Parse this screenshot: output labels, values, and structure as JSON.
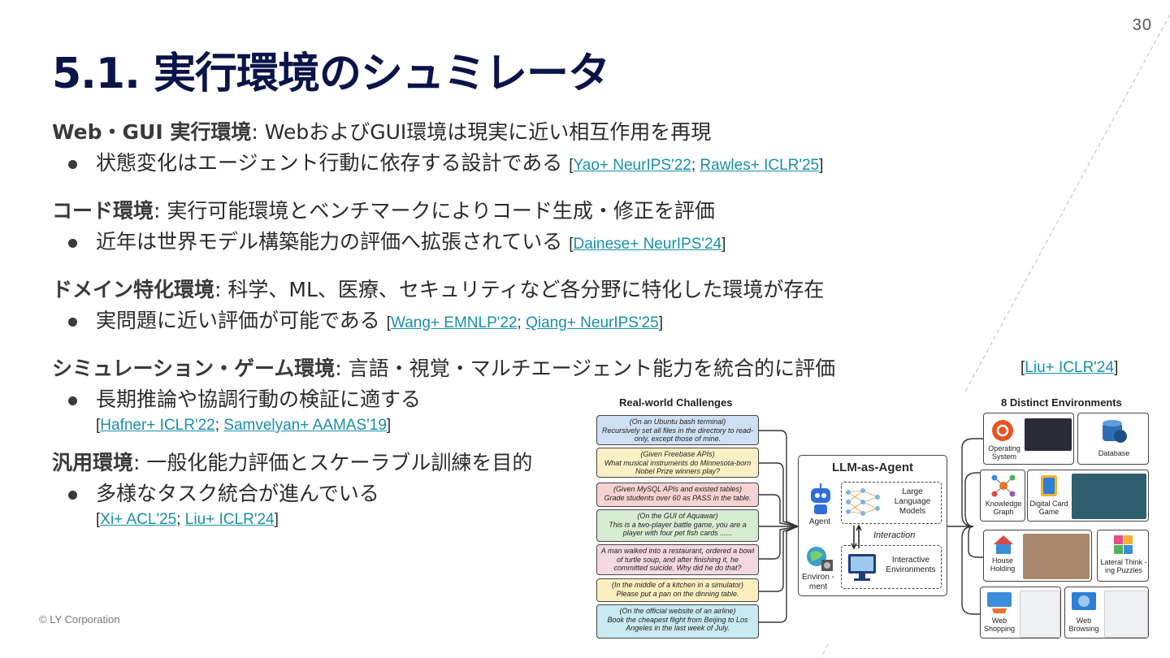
{
  "slide_number": "30",
  "title": "5.1. 実行環境のシュミレータ",
  "sections": [
    {
      "head_bold": "Web・GUI 実行環境",
      "head_text": ": WebおよびGUI環境は現実に近い相互作用を再現",
      "bullet": "状態変化はエージェント行動に依存する設計である",
      "cites": [
        "Yao+ NeurIPS'22",
        "Rawles+ ICLR'25"
      ],
      "cite_sep": "; "
    },
    {
      "head_bold": "コード環境",
      "head_text": ": 実行可能環境とベンチマークによりコード生成・修正を評価",
      "bullet": "近年は世界モデル構築能力の評価へ拡張されている",
      "cites": [
        "Dainese+ NeurIPS'24"
      ]
    },
    {
      "head_bold": "ドメイン特化環境",
      "head_text": ": 科学、ML、医療、セキュリティなど各分野に特化した環境が存在",
      "bullet": "実問題に近い評価が可能である",
      "cites": [
        "Wang+ EMNLP'22",
        "Qiang+ NeurIPS'25"
      ]
    },
    {
      "head_bold": "シミュレーション・ゲーム環境",
      "head_text": ": 言語・視覚・マルチエージェント能力を統合的に評価",
      "bullet": "長期推論や協調行動の検証に適する",
      "cites": [
        "Hafner+ ICLR'22",
        "Samvelyan+ AAMAS'19"
      ]
    },
    {
      "head_bold": "汎用環境",
      "head_text": ": 一般化能力評価とスケーラブル訓練を目的",
      "bullet": "多様なタスク統合が進んでいる",
      "cites": [
        "Xi+ ACL'25",
        "Liu+ ICLR'24"
      ]
    }
  ],
  "figure_cite": "Liu+ ICLR'24",
  "footer": "© LY Corporation",
  "figure": {
    "left_title": "Real-world Challenges",
    "right_title": "8 Distinct Environments",
    "challenges": [
      {
        "ctx": "(On an Ubuntu bash terminal)",
        "text": "Recursively set all files in the directory to read-only, except those of mine.",
        "color": "#cfe0f3"
      },
      {
        "ctx": "(Given Freebase APIs)",
        "text": "What musical instruments do Minnesota-born Nobel Prize winners play?",
        "color": "#fbefc6"
      },
      {
        "ctx": "(Given MySQL APIs and existed tables)",
        "text": "Grade students over 60 as PASS in the table.",
        "color": "#f6d3d3"
      },
      {
        "ctx": "(On the GUI of Aquawar)",
        "text": "This is a two-player battle game, you are a player with four pet fish cards ......",
        "color": "#d8ecd2"
      },
      {
        "ctx": "",
        "text": "A man walked into a restaurant, ordered a bowl of turtle soup, and after finishing it, he committed suicide. Why did he do that?",
        "color": "#f4d9e2"
      },
      {
        "ctx": "(In the middle of a kitchen in a simulator)",
        "text": "Please put a pan on the dinning table.",
        "color": "#fbefc0"
      },
      {
        "ctx": "(On the official website of an airline)",
        "text": "Book the cheapest flight from Beijing to Los Angeles in the last week of July.",
        "color": "#c9eaf0"
      }
    ],
    "center_title": "LLM-as-Agent",
    "agent_label": "Agent",
    "llm_label": "Large Language Models",
    "interaction_label": "Interaction",
    "env_label": "Environ -ment",
    "ie_label": "Interactive Environments",
    "environments": {
      "os": "Operating System",
      "db": "Database",
      "kg": "Knowledge Graph",
      "dcg": "Digital Card Game",
      "hh": "House Holding",
      "ltp": "Lateral Think -ing Puzzles",
      "ws": "Web Shopping",
      "wb": "Web Browsing"
    }
  }
}
